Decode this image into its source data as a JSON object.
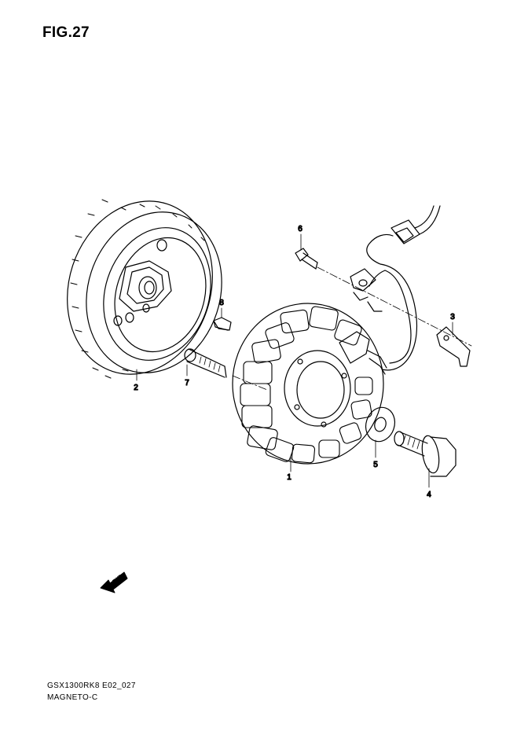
{
  "figure": {
    "title": "FIG.27",
    "model_code": "GSX1300RK8  E02_027",
    "section_name": "MAGNETO-C"
  },
  "callouts": [
    {
      "id": "stator",
      "label": "1"
    },
    {
      "id": "rotor",
      "label": "2"
    },
    {
      "id": "clamp",
      "label": "3"
    },
    {
      "id": "flange-bolt",
      "label": "4"
    },
    {
      "id": "washer",
      "label": "5"
    },
    {
      "id": "screw",
      "label": "6"
    },
    {
      "id": "rotor-bolt",
      "label": "7"
    },
    {
      "id": "key",
      "label": "8"
    }
  ],
  "direction_badge": {
    "label": "FWD"
  }
}
